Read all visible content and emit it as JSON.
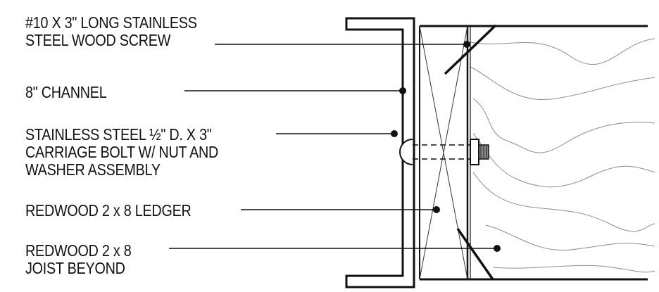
{
  "labels": {
    "screw": [
      "#10 X 3\" LONG STAINLESS",
      "STEEL WOOD SCREW"
    ],
    "channel": [
      "8\" CHANNEL"
    ],
    "bolt": [
      "STAINLESS STEEL ½\" D. X 3\"",
      "CARRIAGE BOLT W/ NUT AND",
      "WASHER ASSEMBLY"
    ],
    "ledger": [
      "REDWOOD 2 x 8 LEDGER"
    ],
    "joist": [
      "REDWOOD 2 x 8",
      "JOIST BEYOND"
    ]
  },
  "colors": {
    "ink": "#111111",
    "grain": "#555555",
    "background": "#ffffff"
  }
}
